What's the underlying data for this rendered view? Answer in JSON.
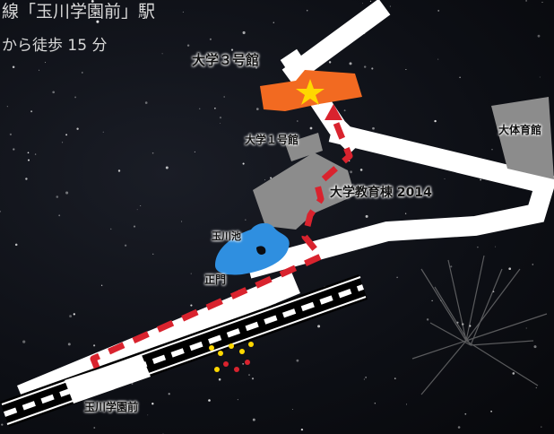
{
  "header": {
    "line1": "線「玉川学園前」駅",
    "line2": "から徒歩 15 分"
  },
  "labels": {
    "building3": "大学３号館",
    "building1": "大学１号館",
    "education_building": "大学教育棟 2014",
    "gym": "大体育館",
    "pond": "玉川池",
    "main_gate": "正門",
    "station": "玉川学園前"
  },
  "colors": {
    "destination_building": "#f26a21",
    "route": "#d9232e",
    "building": "#8c8c8c",
    "pond": "#2f8fe0",
    "road": "#ffffff",
    "star": "#ffd800"
  },
  "icons": {
    "destination_marker": "star-icon",
    "route_direction": "arrow-up-icon"
  }
}
